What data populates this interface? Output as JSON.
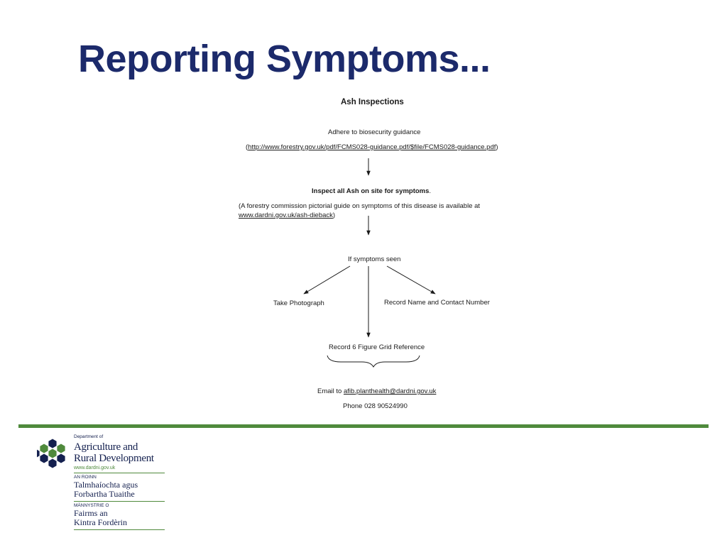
{
  "slide": {
    "title": "Reporting Symptoms..."
  },
  "flowchart": {
    "heading": "Ash Inspections",
    "step1": "Adhere to biosecurity guidance",
    "step1_link_open": "(",
    "step1_link": "http://www.forestry.gov.uk/pdf/FCMS028-guidance.pdf/$file/FCMS028-guidance.pdf",
    "step1_link_close": ")",
    "step2_bold": "Inspect all Ash on site for symptoms",
    "step2_end": ".",
    "step2_note_line1": "(A forestry commission pictorial guide on symptoms of this disease is available at",
    "step2_note_link": "www.dardni.gov.uk/ash-dieback",
    "step2_note_close": ")",
    "decision": "If symptoms seen",
    "branch_left": "Take Photograph",
    "branch_right": "Record Name and Contact Number",
    "branch_center": "Record 6 Figure Grid Reference",
    "email_label": "Email to ",
    "email": "afib.planthealth@dardni.gov.uk",
    "phone": "Phone 028 90524990"
  },
  "footer": {
    "accent_color": "#4f8a3c",
    "logo": {
      "dept_of": "Department of",
      "name_line1": "Agriculture and",
      "name_line2": "Rural Development",
      "url": "www.dardni.gov.uk",
      "irish_prefix": "AN ROINN",
      "irish_line1": "Talmhaíochta agus",
      "irish_line2": "Forbartha Tuaithe",
      "ulster_prefix": "MÄNNYSTRIE O",
      "ulster_line1": "Fairms an",
      "ulster_line2": "Kintra Fordèrin"
    }
  }
}
